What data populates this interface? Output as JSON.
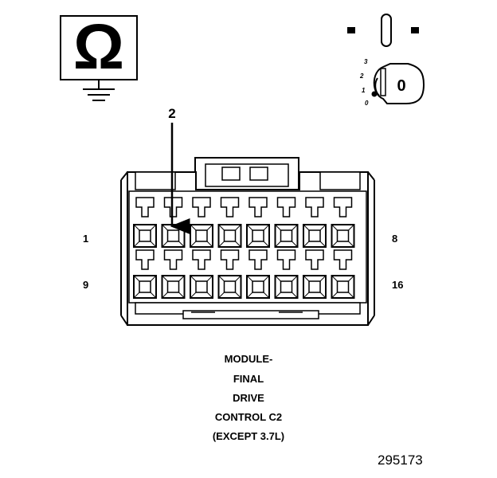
{
  "ohm_symbol": "Ω",
  "ignition": {
    "positions": [
      "3",
      "2",
      "1",
      "0"
    ],
    "key_label": "0",
    "icon": "ignition-key-icon"
  },
  "callout": "2",
  "pin_labels": {
    "top_left": "1",
    "top_right": "8",
    "bottom_left": "9",
    "bottom_right": "16"
  },
  "caption": [
    "MODULE-",
    "FINAL",
    "DRIVE",
    "CONTROL C2",
    "(EXCEPT 3.7L)"
  ],
  "figure_number": "295173",
  "colors": {
    "ink": "#000000",
    "paper": "#ffffff"
  }
}
